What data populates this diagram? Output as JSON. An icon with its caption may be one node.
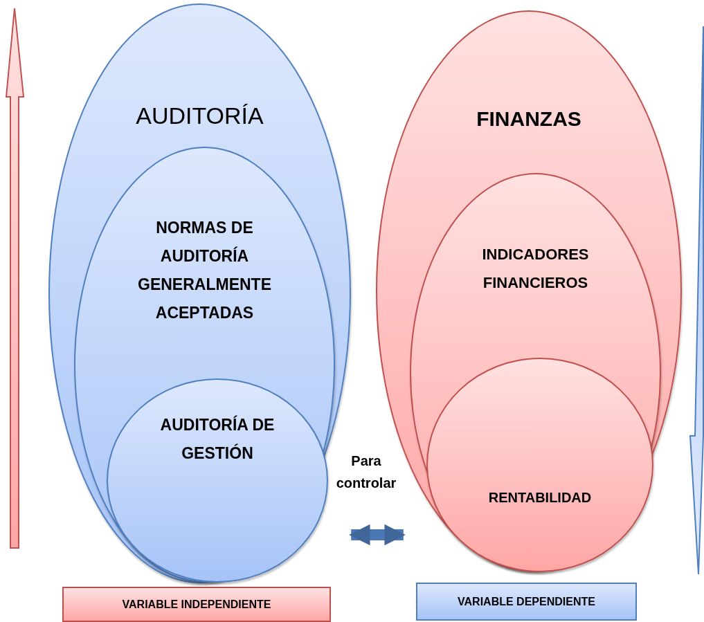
{
  "diagram": {
    "nodes": [
      {
        "text": [
          "AUDITORÍA"
        ]
      },
      {
        "text": [
          "NORMAS DE AUDITORÍA GENERALMENTE ACEPTADAS"
        ],
        "in": 0
      },
      {
        "text": [
          "AUDITORÍA DE GESTIÓN"
        ],
        "in": 1
      },
      {
        "text": [
          "FINANZAS"
        ]
      },
      {
        "text": [
          "INDICADORES FINANCIEROS"
        ],
        "in": 3
      },
      {
        "text": [
          "RENTABILIDAD"
        ],
        "in": 4
      },
      {
        "text": [
          "VARIABLE INDEPENDIENTE"
        ]
      },
      {
        "text": [
          "VARIABLE DEPENDIENTE"
        ]
      }
    ],
    "edges": [
      {
        "from": 2,
        "to": 5,
        "arrow": "both",
        "label": "Para controlar"
      }
    ]
  }
}
